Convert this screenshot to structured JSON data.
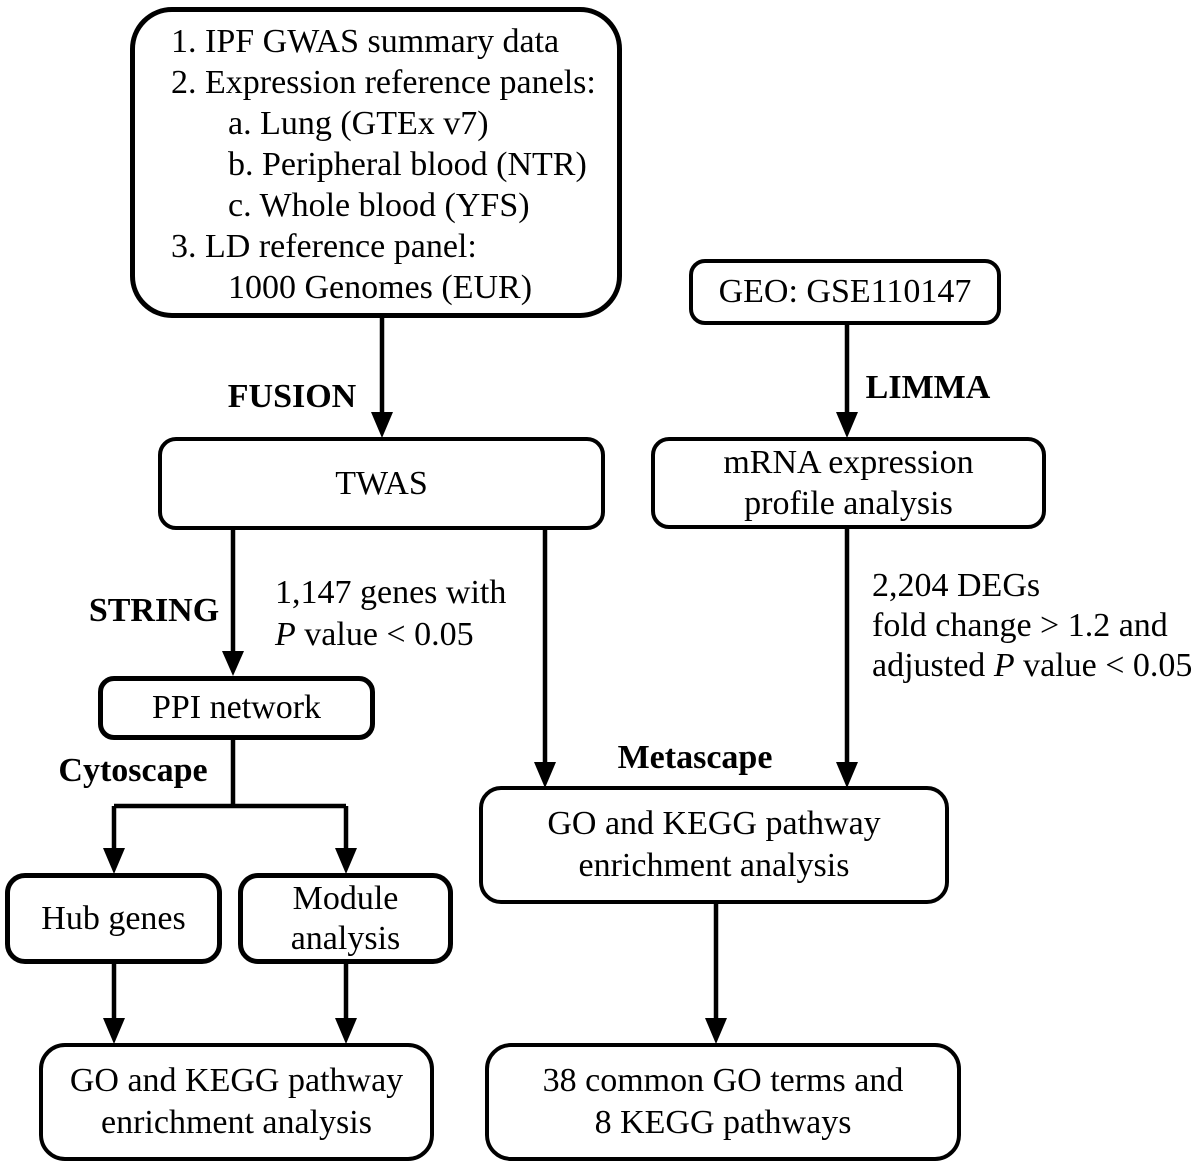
{
  "figure": {
    "background": "#ffffff",
    "ink": "#000000"
  },
  "boxes": {
    "inputs": {
      "lines": [
        "1. IPF GWAS summary data",
        "2. Expression reference panels:",
        "a. Lung (GTEx v7)",
        "b. Peripheral blood (NTR)",
        "c. Whole blood (YFS)",
        "3. LD reference panel:",
        "1000 Genomes (EUR)"
      ]
    },
    "geo": {
      "label": "GEO: GSE110147"
    },
    "twas": {
      "label": "TWAS"
    },
    "mrna": {
      "line1": "mRNA expression",
      "line2": "profile analysis"
    },
    "ppi": {
      "label": "PPI network"
    },
    "hub": {
      "label": "Hub genes"
    },
    "module": {
      "line1": "Module",
      "line2": "analysis"
    },
    "metascape_enrichment": {
      "line1": "GO and KEGG pathway",
      "line2": "enrichment analysis"
    },
    "left_enrichment": {
      "line1": "GO and KEGG pathway",
      "line2": "enrichment analysis"
    },
    "result": {
      "line1": "38 common GO terms and",
      "line2": "8 KEGG pathways"
    }
  },
  "tool_labels": {
    "fusion": "FUSION",
    "limma": "LIMMA",
    "string": "STRING",
    "cytoscape": "Cytoscape",
    "metascape": "Metascape"
  },
  "annotations": {
    "twas_genes": {
      "line1": "1,147 genes with",
      "line2_italic": "P",
      "line2_rest": " value < 0.05"
    },
    "degs": {
      "line1": "2,204 DEGs",
      "line2": "fold change > 1.2 and",
      "line3_pre": "adjusted ",
      "line3_italic": "P",
      "line3_rest": " value < 0.05"
    }
  }
}
